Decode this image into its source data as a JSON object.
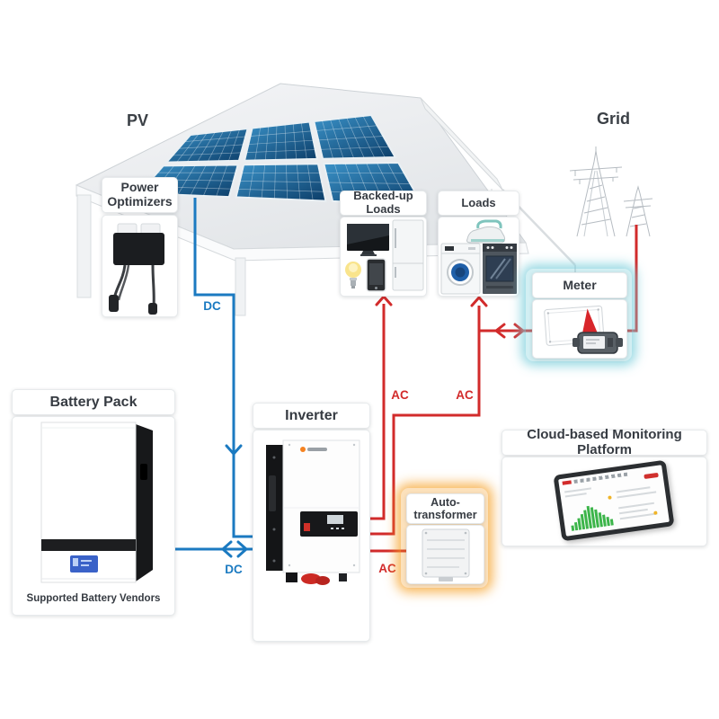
{
  "labels": {
    "pv": "PV",
    "grid": "Grid"
  },
  "components": {
    "power_optimizers": {
      "label": "Power Optimizers"
    },
    "backed_up_loads": {
      "label": "Backed-up Loads"
    },
    "loads": {
      "label": "Loads"
    },
    "meter": {
      "label": "Meter"
    },
    "battery_pack": {
      "label": "Battery Pack",
      "caption": "Supported Battery Vendors"
    },
    "inverter": {
      "label": "Inverter"
    },
    "auto_transformer": {
      "label_line1": "Auto-",
      "label_line2": "transformer"
    },
    "cloud_platform": {
      "label": "Cloud-based Monitoring Platform"
    }
  },
  "connections": {
    "dc_pv_to_inverter": "DC",
    "dc_battery_inverter": "DC",
    "ac_inverter_backed_up": "AC",
    "ac_inverter_loads": "AC",
    "ac_inverter_transformer": "AC"
  },
  "colors": {
    "dc_line": "#1b7ac1",
    "ac_line": "#d22b2b",
    "meter_glow": "#7ed0dc",
    "transformer_glow": "#f59d20",
    "panel_light": "#3b93c9",
    "panel_dark": "#0c3d68",
    "chart_green": "#3cb54a"
  },
  "monitor_bars": [
    6,
    9,
    13,
    17,
    21,
    25,
    23,
    20,
    16,
    13,
    10,
    7
  ]
}
